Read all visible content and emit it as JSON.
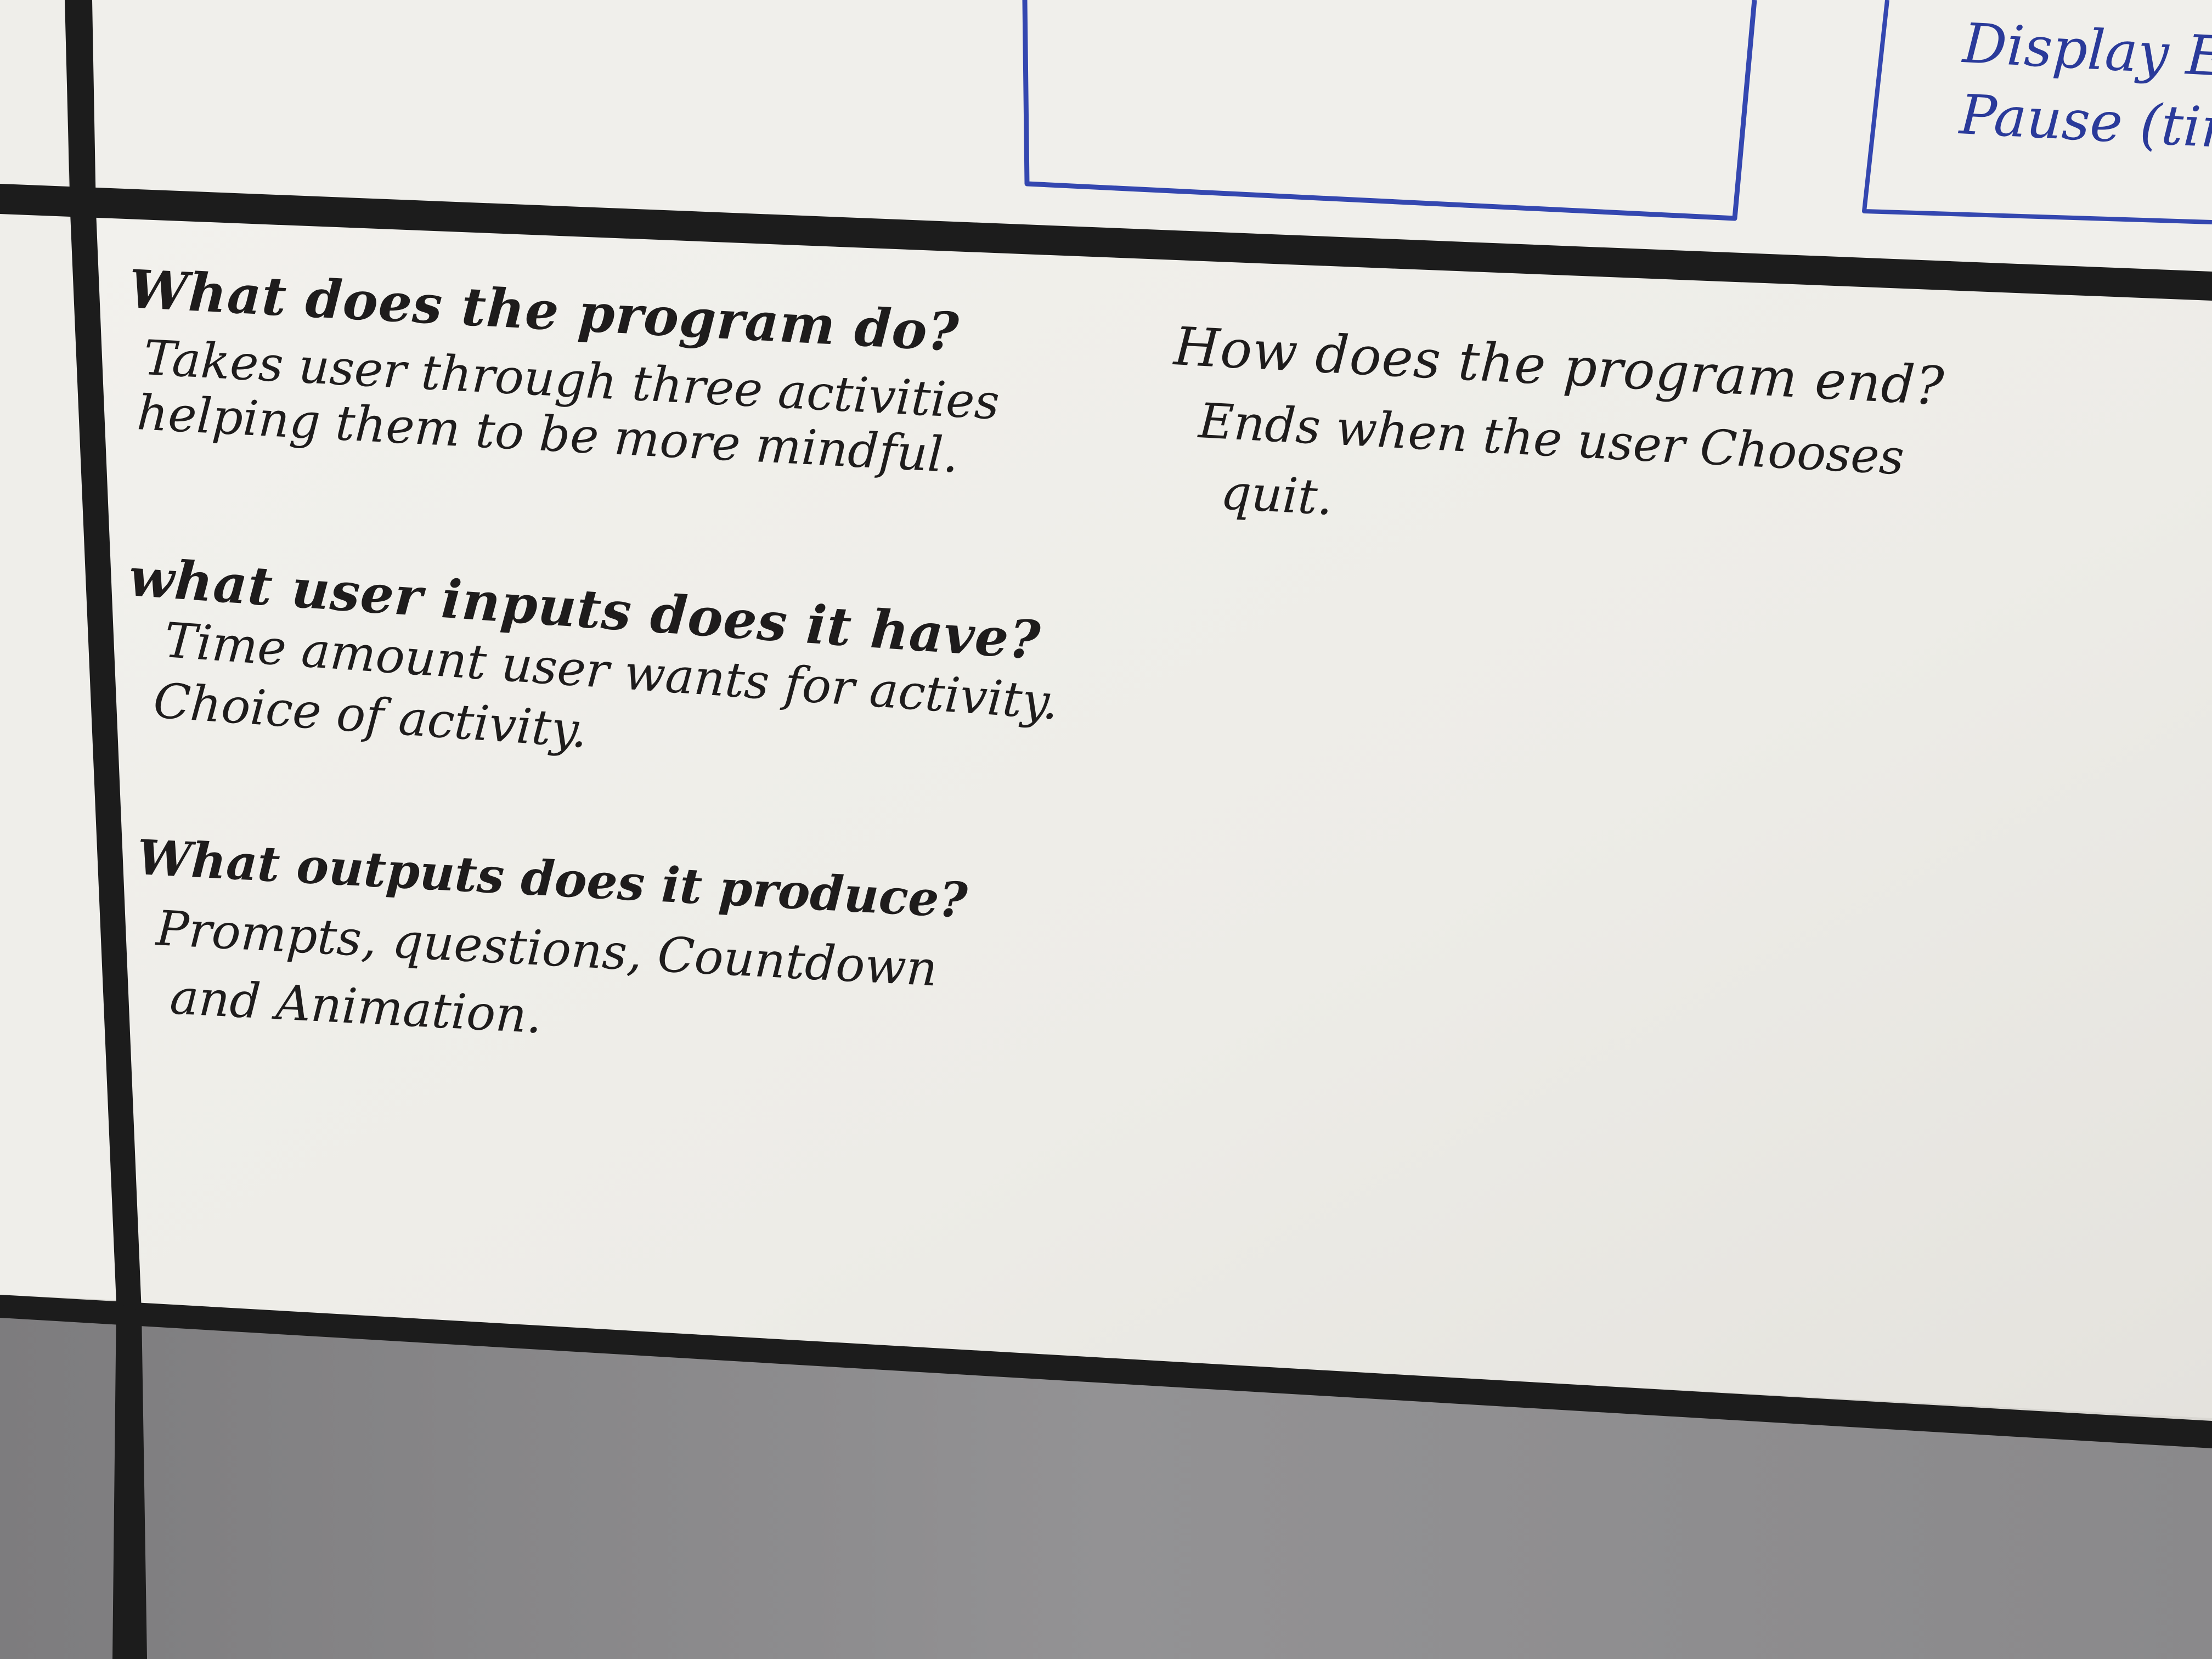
{
  "whiteboard": {
    "top_right_notes": [
      "Display End",
      "Pause (time"
    ],
    "sections": [
      {
        "question": "What does the program do?",
        "answer_lines": [
          "Takes user through three activities",
          "helping them to be more mindful."
        ]
      },
      {
        "question": "what user inputs does it have?",
        "answer_lines": [
          "Time amount user wants for activity.",
          "Choice of activity."
        ]
      },
      {
        "question": "What outputs does it produce?",
        "answer_lines": [
          "Prompts, questions, Countdown",
          "and Animation."
        ]
      },
      {
        "question": "How does the program end?",
        "answer_lines": [
          "Ends when the user Chooses",
          "quit."
        ]
      }
    ]
  },
  "colors": {
    "board": "#efeeea",
    "frame": "#1c1c1c",
    "black_marker": "#1e1c1c",
    "blue_marker": "#2a3a9a",
    "cubicle_fabric": "#8f8e8f"
  }
}
